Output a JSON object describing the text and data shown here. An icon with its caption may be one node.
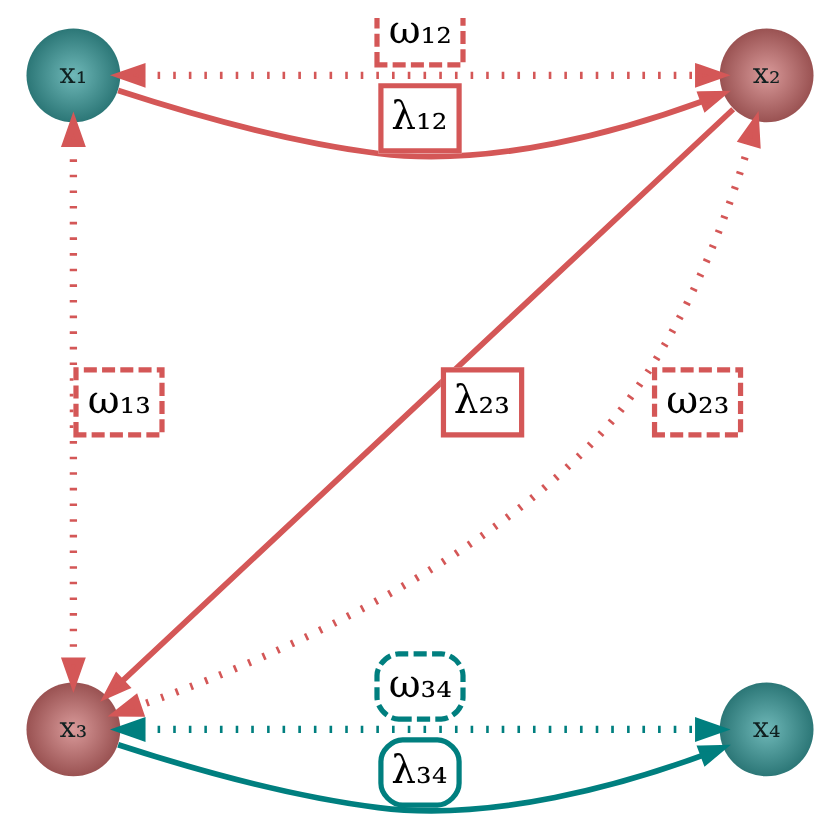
{
  "diagram": {
    "nodes": [
      {
        "text": [
          "x₁"
        ]
      },
      {
        "text": [
          "x₂"
        ]
      },
      {
        "text": [
          "x₃"
        ]
      },
      {
        "text": [
          "x₄"
        ]
      }
    ],
    "edges": [
      {
        "from": 0,
        "to": 1,
        "arrow": "both",
        "label": "ω₁₂",
        "style": "dashed"
      },
      {
        "from": 0,
        "to": 1,
        "arrow": "to",
        "label": "λ₁₂"
      },
      {
        "from": 0,
        "to": 2,
        "arrow": "both",
        "label": "ω₁₃",
        "style": "dashed"
      },
      {
        "from": 1,
        "to": 2,
        "arrow": "to",
        "label": "λ₂₃"
      },
      {
        "from": 1,
        "to": 2,
        "arrow": "both",
        "label": "ω₂₃",
        "style": "dashed"
      },
      {
        "from": 2,
        "to": 3,
        "arrow": "to",
        "label": "λ₃₄",
        "color": "#007f7f"
      },
      {
        "from": 2,
        "to": 3,
        "arrow": "both",
        "label": "ω₃₄",
        "style": "dashed",
        "color": "#007f7f"
      }
    ]
  }
}
